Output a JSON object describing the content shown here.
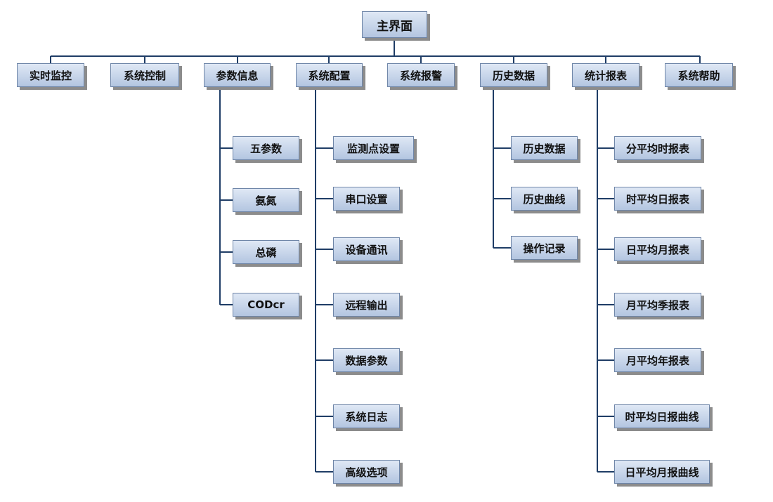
{
  "root": "主界面",
  "modules": [
    "实时监控",
    "系统控制",
    "参数信息",
    "系统配置",
    "系统报警",
    "历史数据",
    "统计报表",
    "系统帮助"
  ],
  "parameter_info_items": [
    "五参数",
    "氨氮",
    "总磷",
    "CODcr"
  ],
  "system_config_items": [
    "监测点设置",
    "串口设置",
    "设备通讯",
    "远程输出",
    "数据参数",
    "系统日志",
    "高级选项"
  ],
  "history_data_items": [
    "历史数据",
    "历史曲线",
    "操作记录"
  ],
  "statistics_report_items": [
    "分平均时报表",
    "时平均日报表",
    "日平均月报表",
    "月平均季报表",
    "月平均年报表",
    "时平均日报曲线",
    "日平均月报曲线"
  ],
  "colors": {
    "line": "#1f3d66",
    "box_top": "#dfe8f5",
    "box_bottom": "#b3c5e0",
    "box_border": "#6f86a8",
    "shadow": "#8c8c8c"
  }
}
